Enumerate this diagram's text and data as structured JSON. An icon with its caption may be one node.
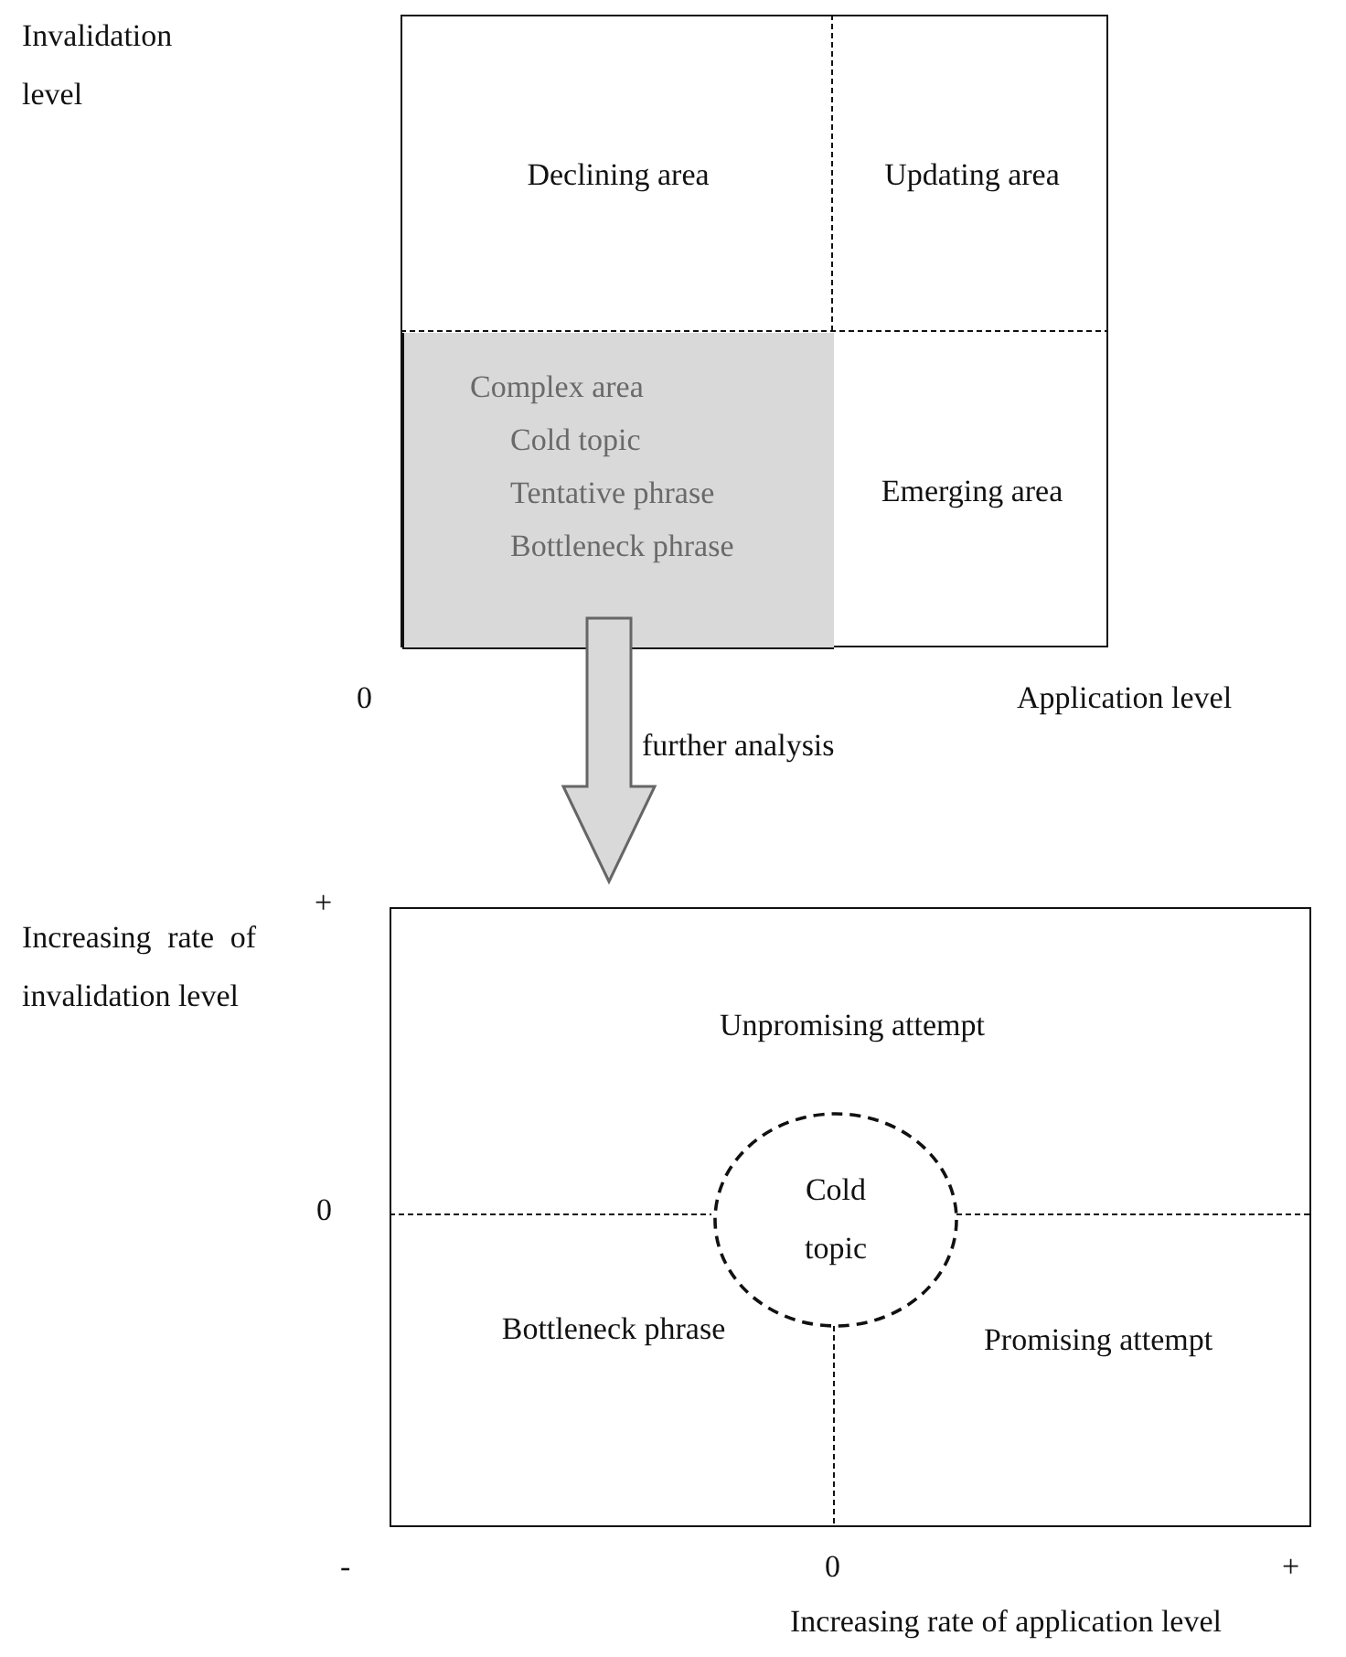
{
  "diagram": {
    "nodes": [
      {
        "text": [],
        "shape": "box"
      },
      {
        "text": [
          "Declining area"
        ],
        "in": 0
      },
      {
        "text": [
          "Updating area"
        ],
        "in": 0
      },
      {
        "text": [
          "Complex area",
          "Cold topic",
          "Tentative phrase",
          "Bottleneck phrase"
        ],
        "in": 0
      },
      {
        "text": [
          "Emerging area"
        ],
        "in": 0
      },
      {
        "text": [],
        "shape": "box"
      },
      {
        "text": [
          "Unpromising attempt"
        ],
        "in": 5
      },
      {
        "text": [
          "Cold topic"
        ],
        "in": 5
      },
      {
        "text": [
          "Bottleneck phrase"
        ],
        "in": 5
      },
      {
        "text": [
          "Promising attempt"
        ],
        "in": 5
      }
    ],
    "edges": [
      {
        "from": 3,
        "to": 5,
        "arrow": "to",
        "label": "further analysis",
        "style": "thick"
      }
    ],
    "labels": [
      "Invalidation level",
      "0",
      "Application level",
      "Increasing rate of invalidation level",
      "+",
      "0",
      "-",
      "0",
      "+",
      "Increasing rate of application level"
    ]
  }
}
